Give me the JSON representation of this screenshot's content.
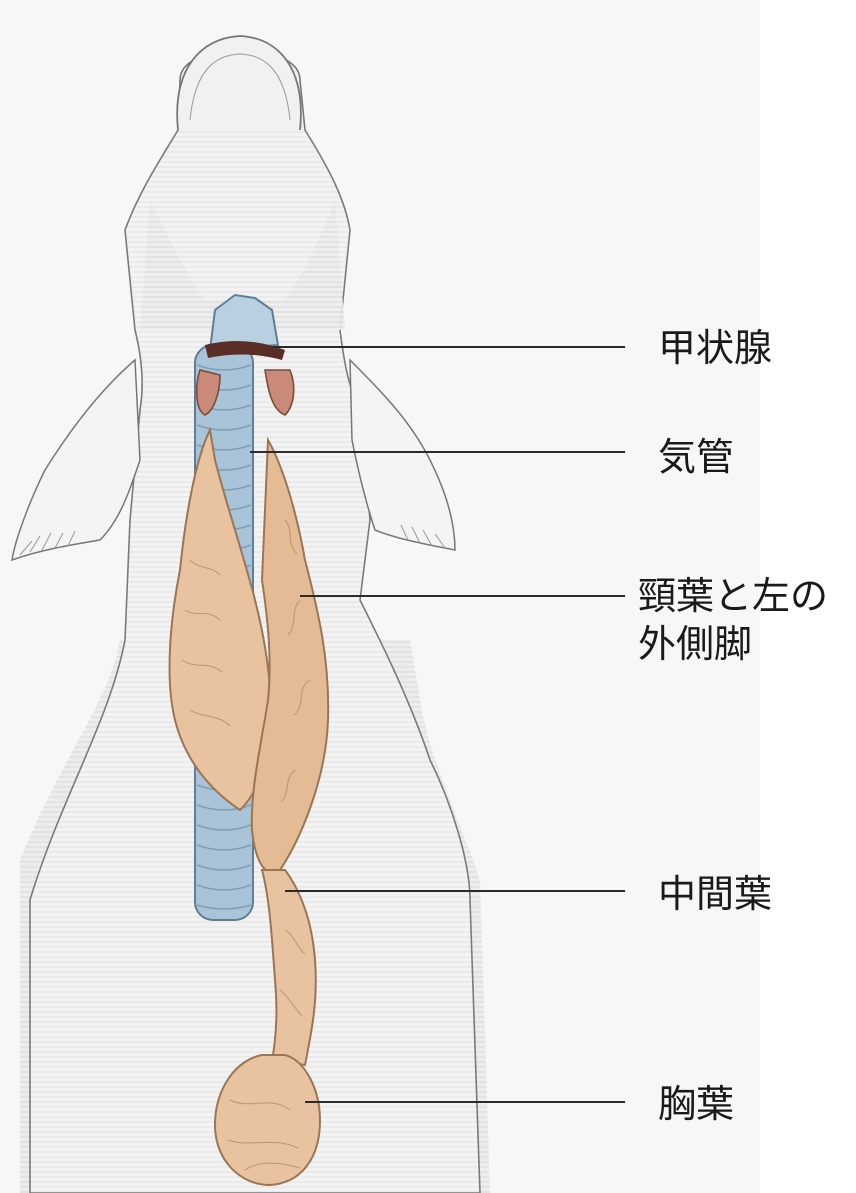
{
  "labels": {
    "thyroid": "甲状腺",
    "trachea": "気管",
    "cervical_lobe_line1": "頸葉と左の",
    "cervical_lobe_line2": "外側脚",
    "intermediate_lobe": "中間葉",
    "thoracic_lobe": "胸葉"
  },
  "colors": {
    "body_shading": "#e6e6e6",
    "body_outline": "#7a7a7a",
    "trachea": "#a9c4d8",
    "trachea_ring": "#7f9db5",
    "thymus": "#e9c39f",
    "thymus_outline": "#9a7656",
    "thyroid": "#c98a7a",
    "leader_line": "#2b2b2b"
  }
}
